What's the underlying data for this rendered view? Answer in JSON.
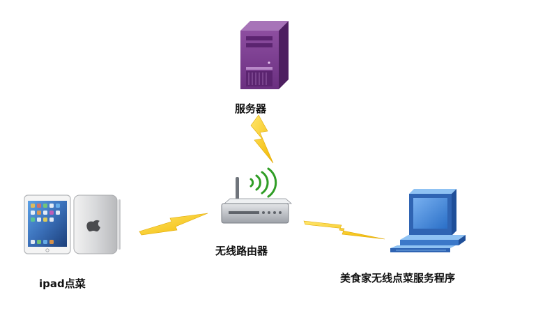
{
  "diagram": {
    "nodes": {
      "server": {
        "label": "服务器",
        "icon": "server-tower-icon"
      },
      "router": {
        "label": "无线路由器",
        "icon": "wireless-router-icon"
      },
      "ipad": {
        "label": "ipad点菜",
        "icon": "ipad-icon"
      },
      "pc": {
        "label": "美食家无线点菜服务程序",
        "icon": "computer-icon"
      }
    },
    "links": [
      {
        "from": "router",
        "to": "server",
        "style": "wireless-lightning"
      },
      {
        "from": "ipad",
        "to": "router",
        "style": "wireless-lightning"
      },
      {
        "from": "router",
        "to": "pc",
        "style": "wireless-lightning"
      }
    ],
    "colors": {
      "lightning": "#ffd21e",
      "server": "#7b3f8f",
      "router": "#b9bcc2",
      "wifi_waves": "#2f9d25",
      "monitor": "#3b78c9"
    }
  }
}
